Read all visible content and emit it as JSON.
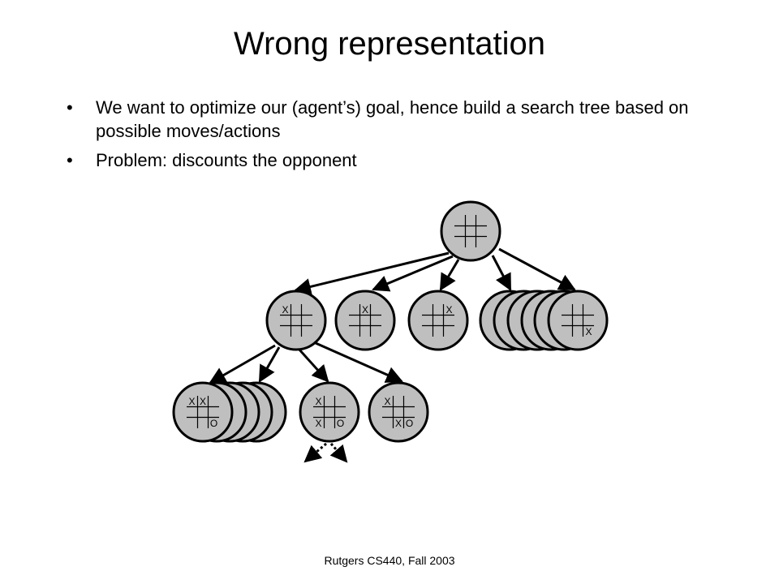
{
  "title": "Wrong representation",
  "bullets": [
    "We want to optimize our (agent’s) goal, hence build a search tree based on possible moves/actions",
    "Problem: discounts the opponent"
  ],
  "footer": "Rutgers CS440, Fall 2003",
  "colors": {
    "node_fill": "#bfbfbf",
    "stroke": "#000000"
  },
  "tree": {
    "root": {
      "cells": [
        "",
        "",
        "",
        "",
        "",
        "",
        "",
        "",
        ""
      ]
    },
    "level1": [
      {
        "cells": [
          "X",
          "",
          "",
          "",
          "",
          "",
          "",
          "",
          ""
        ]
      },
      {
        "cells": [
          "",
          "X",
          "",
          "",
          "",
          "",
          "",
          "",
          ""
        ]
      },
      {
        "cells": [
          "",
          "",
          "X",
          "",
          "",
          "",
          "",
          "",
          ""
        ]
      },
      {
        "cells": [
          "",
          "",
          "",
          "",
          "",
          "",
          "",
          "",
          "X"
        ]
      }
    ],
    "level2": [
      {
        "cells": [
          "X",
          "X",
          "",
          "",
          "",
          "",
          "",
          "",
          "O"
        ]
      },
      {
        "cells": [
          "X",
          "",
          "",
          "",
          "",
          "",
          "X",
          "",
          "O"
        ]
      },
      {
        "cells": [
          "X",
          "",
          "",
          "",
          "",
          "",
          "",
          "X",
          "O"
        ]
      }
    ]
  }
}
